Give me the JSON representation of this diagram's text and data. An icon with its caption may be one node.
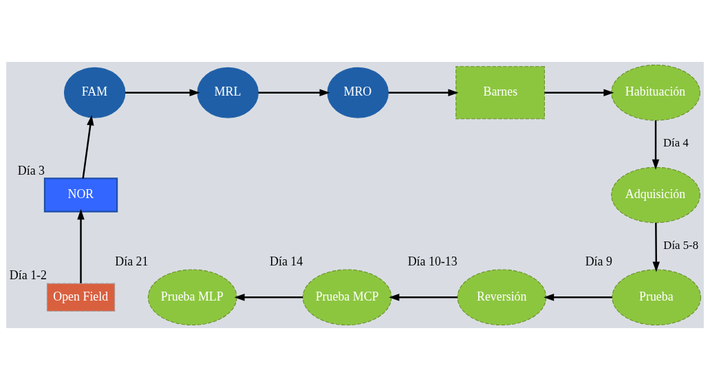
{
  "diagram": {
    "nodes": [
      {
        "text": [
          "Open Field"
        ],
        "beside": [
          "Día 1-2"
        ]
      },
      {
        "text": [
          "NOR"
        ],
        "beside": [
          "Día 3"
        ]
      },
      {
        "text": [
          "FAM"
        ]
      },
      {
        "text": [
          "MRL"
        ]
      },
      {
        "text": [
          "MRO"
        ]
      },
      {
        "text": [
          "Barnes"
        ]
      },
      {
        "text": [
          "Habituación"
        ]
      },
      {
        "text": [
          "Adquisición"
        ]
      },
      {
        "text": [
          "Prueba"
        ],
        "beside": [
          "Día 9"
        ]
      },
      {
        "text": [
          "Reversión"
        ],
        "beside": [
          "Día 10-13"
        ]
      },
      {
        "text": [
          "Prueba MCP"
        ],
        "beside": [
          "Día 14"
        ]
      },
      {
        "text": [
          "Prueba MLP"
        ],
        "beside": [
          "Día 21"
        ]
      }
    ],
    "edges": [
      {
        "from": 0,
        "to": 1,
        "arrow": "to"
      },
      {
        "from": 1,
        "to": 2,
        "arrow": "to"
      },
      {
        "from": 2,
        "to": 3,
        "arrow": "to"
      },
      {
        "from": 3,
        "to": 4,
        "arrow": "to"
      },
      {
        "from": 4,
        "to": 5,
        "arrow": "to"
      },
      {
        "from": 5,
        "to": 6,
        "arrow": "to"
      },
      {
        "from": 6,
        "to": 7,
        "arrow": "to",
        "label": "Día 4"
      },
      {
        "from": 7,
        "to": 8,
        "arrow": "to",
        "label": "Día 5-8"
      },
      {
        "from": 8,
        "to": 9,
        "arrow": "to"
      },
      {
        "from": 9,
        "to": 10,
        "arrow": "to"
      },
      {
        "from": 10,
        "to": 11,
        "arrow": "to"
      }
    ]
  }
}
